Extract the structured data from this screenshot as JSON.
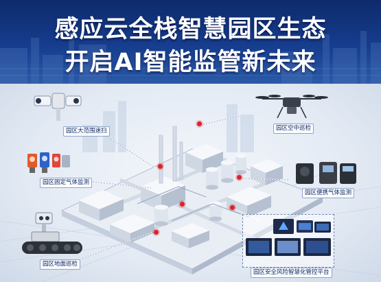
{
  "header": {
    "title_line1": "感应云全栈智慧园区生态",
    "title_line2": "开启AI智能监管新未来",
    "bg_color_top": "#0e2a6b",
    "bg_color_bottom": "#2a5aa8",
    "text_color": "#ffffff"
  },
  "callouts": [
    {
      "id": "wide-area-scan",
      "label": "园区大范围速扫",
      "icon": "ptz-camera-icon"
    },
    {
      "id": "aerial-patrol",
      "label": "园区空中巡检",
      "icon": "drone-icon"
    },
    {
      "id": "fixed-gas",
      "label": "园区固定气体监测",
      "icon": "gas-detector-icon"
    },
    {
      "id": "portable-gas",
      "label": "园区便携气体监测",
      "icon": "portable-gas-detector-icon"
    },
    {
      "id": "ground-patrol",
      "label": "园区地面巡检",
      "icon": "patrol-robot-icon"
    },
    {
      "id": "safety-platform",
      "label": "园区安全风险智慧化管控平台",
      "icon": "dashboard-screens-icon"
    }
  ],
  "colors": {
    "accent_red": "#d8232a",
    "label_text": "#0f2a66",
    "building": "#eef1f6",
    "building_shade": "#b9c3d3"
  }
}
